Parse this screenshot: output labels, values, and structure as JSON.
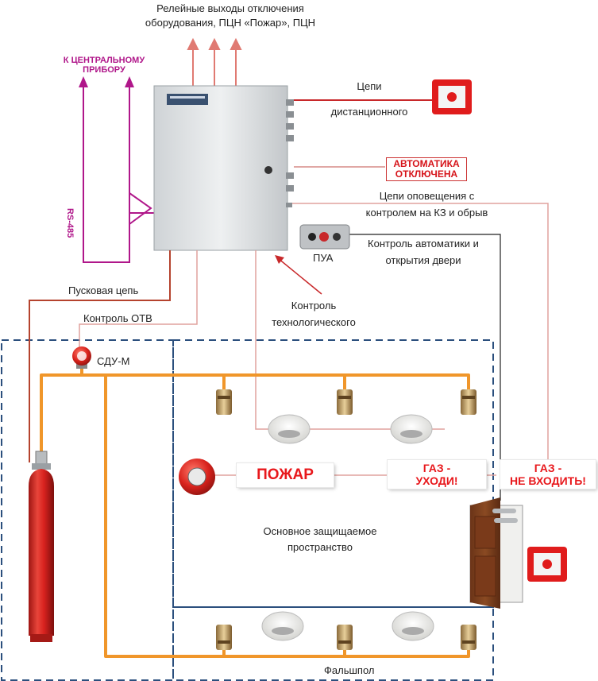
{
  "labels": {
    "relay_outputs_line1": "Релейные выходы отключения",
    "relay_outputs_line2": "оборудования,  ПЦН «Пожар», ПЦН",
    "to_central_line1": "К ЦЕНТРАЛЬНОМУ",
    "to_central_line2": "ПРИБОРУ",
    "rs485": "RS-485",
    "remote_line1": "Цепи",
    "remote_line2": "дистанционного",
    "automation_off_line1": "АВТОМАТИКА",
    "automation_off_line2": "ОТКЛЮЧЕНА",
    "notify_line1": "Цепи оповещения с",
    "notify_line2": "контролем на КЗ и обрыв",
    "automation_control_line1": "Контроль автоматики и",
    "automation_control_line2": "открытия двери",
    "pua": "ПУА",
    "launch_circuit": "Пусковая цепь",
    "tech_control_line1": "Контроль",
    "tech_control_line2": "технологического",
    "otv_control": "Контроль ОТВ",
    "sdu": "СДУ-М",
    "main_space_line1": "Основное защищаемое",
    "main_space_line2": "пространство",
    "false_floor": "Фальшпол"
  },
  "signs": {
    "fire": "ПОЖАР",
    "gas_leave_line1": "ГАЗ -",
    "gas_leave_line2": "УХОДИ!",
    "gas_no_enter_line1": "ГАЗ -",
    "gas_no_enter_line2": "НЕ ВХОДИТЬ!"
  },
  "colors": {
    "pipe": "#f0962a",
    "wire": "#c8282a",
    "zone_border": "#2b4f7d",
    "magenta": "#b0178a",
    "cylinder": "#d9221f"
  }
}
